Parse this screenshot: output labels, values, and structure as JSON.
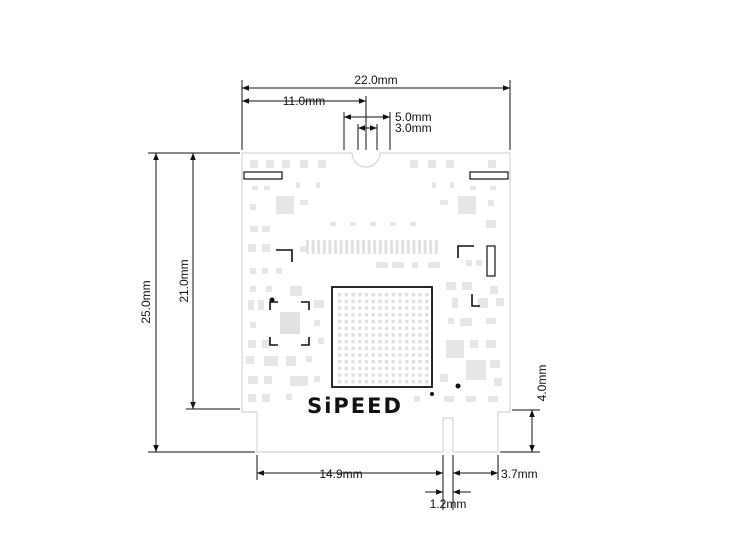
{
  "logo": "SiPEED",
  "colors": {
    "line": "#111111",
    "pad": "#e6e6e6",
    "board_outline": "#cccccc"
  },
  "dimensions": {
    "width_total": "22.0mm",
    "width_half": "11.0mm",
    "notch_outer": "5.0mm",
    "notch_inner": "3.0mm",
    "height_total": "25.0mm",
    "height_body": "21.0mm",
    "pin_height": "4.0mm",
    "pin_left": "14.9mm",
    "pin_gap": "1.2mm",
    "pin_right": "3.7mm"
  }
}
